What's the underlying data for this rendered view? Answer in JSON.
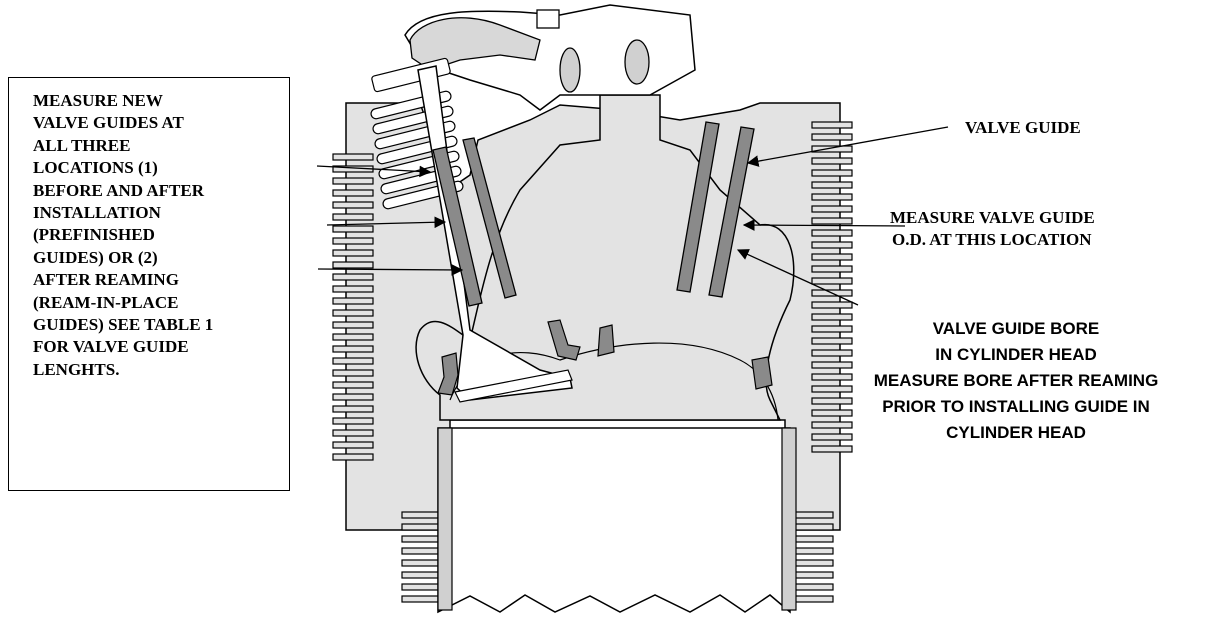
{
  "labels": {
    "left_box_lines": [
      "MEASURE NEW",
      "VALVE GUIDES AT",
      "ALL THREE",
      "LOCATIONS  (1)",
      "BEFORE AND AFTER",
      "INSTALLATION",
      "(PREFINISHED",
      "GUIDES) OR (2)",
      "AFTER REAMING",
      "(REAM-IN-PLACE",
      "GUIDES) SEE TABLE 1",
      "FOR VALVE GUIDE",
      "LENGHTS."
    ],
    "valve_guide": "VALVE GUIDE",
    "measure_od_line1": "MEASURE VALVE GUIDE",
    "measure_od_line2": "O.D. AT THIS LOCATION",
    "bore_lines": [
      "VALVE GUIDE BORE",
      "IN CYLINDER HEAD",
      "MEASURE BORE AFTER REAMING",
      "PRIOR TO INSTALLING GUIDE IN",
      "CYLINDER HEAD"
    ]
  },
  "colors": {
    "casting": "#e3e3e3",
    "guide": "#8a8a8a",
    "line": "#000000"
  }
}
